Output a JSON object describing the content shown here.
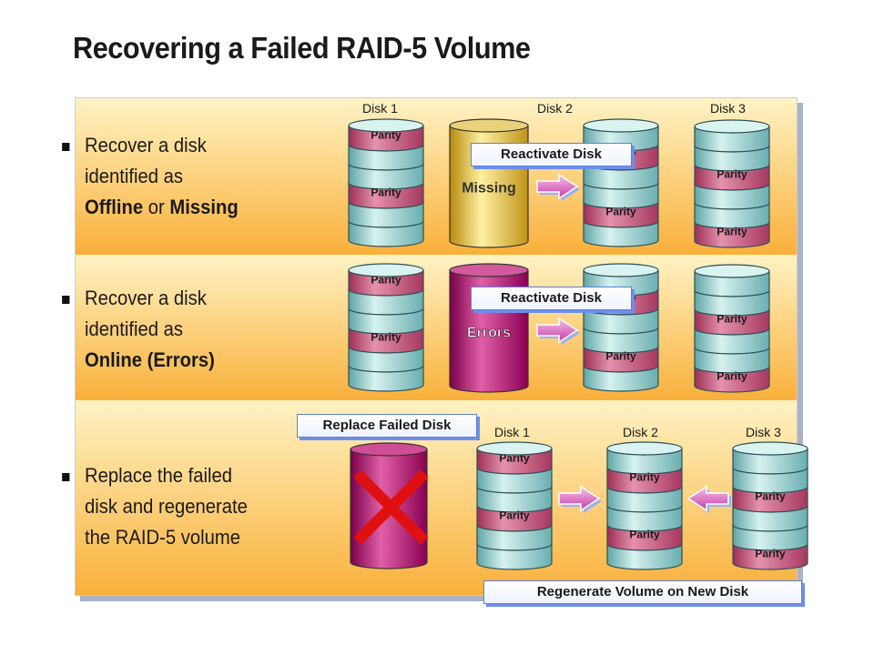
{
  "title": "Recovering a Failed RAID-5 Volume",
  "bullets": [
    {
      "line1": "Recover a disk",
      "line2": "identified as",
      "strong1": "Offline",
      "connector": " or ",
      "strong2": "Missing"
    },
    {
      "line1": "Recover a disk",
      "line2": "identified as",
      "strong1": "Online (Errors)"
    },
    {
      "line1": "Replace the failed",
      "line2": "disk and regenerate",
      "line3": "the RAID-5 volume"
    }
  ],
  "disk_labels": {
    "disk1": "Disk 1",
    "disk2": "Disk 2",
    "disk3": "Disk 3"
  },
  "segment_label": "Parity",
  "status": {
    "missing": "Missing",
    "errors": "Errors"
  },
  "actions": {
    "reactivate": "Reactivate Disk",
    "replace": "Replace Failed Disk",
    "regenerate": "Regenerate Volume on New Disk"
  },
  "colors": {
    "disk_teal": "#a8dad8",
    "disk_parity": "#c8587a",
    "missing_gold": "#e2b72a",
    "errors_magenta": "#b0006a",
    "arrow_magenta": "#d94fbd",
    "failed_red": "#e01010"
  }
}
